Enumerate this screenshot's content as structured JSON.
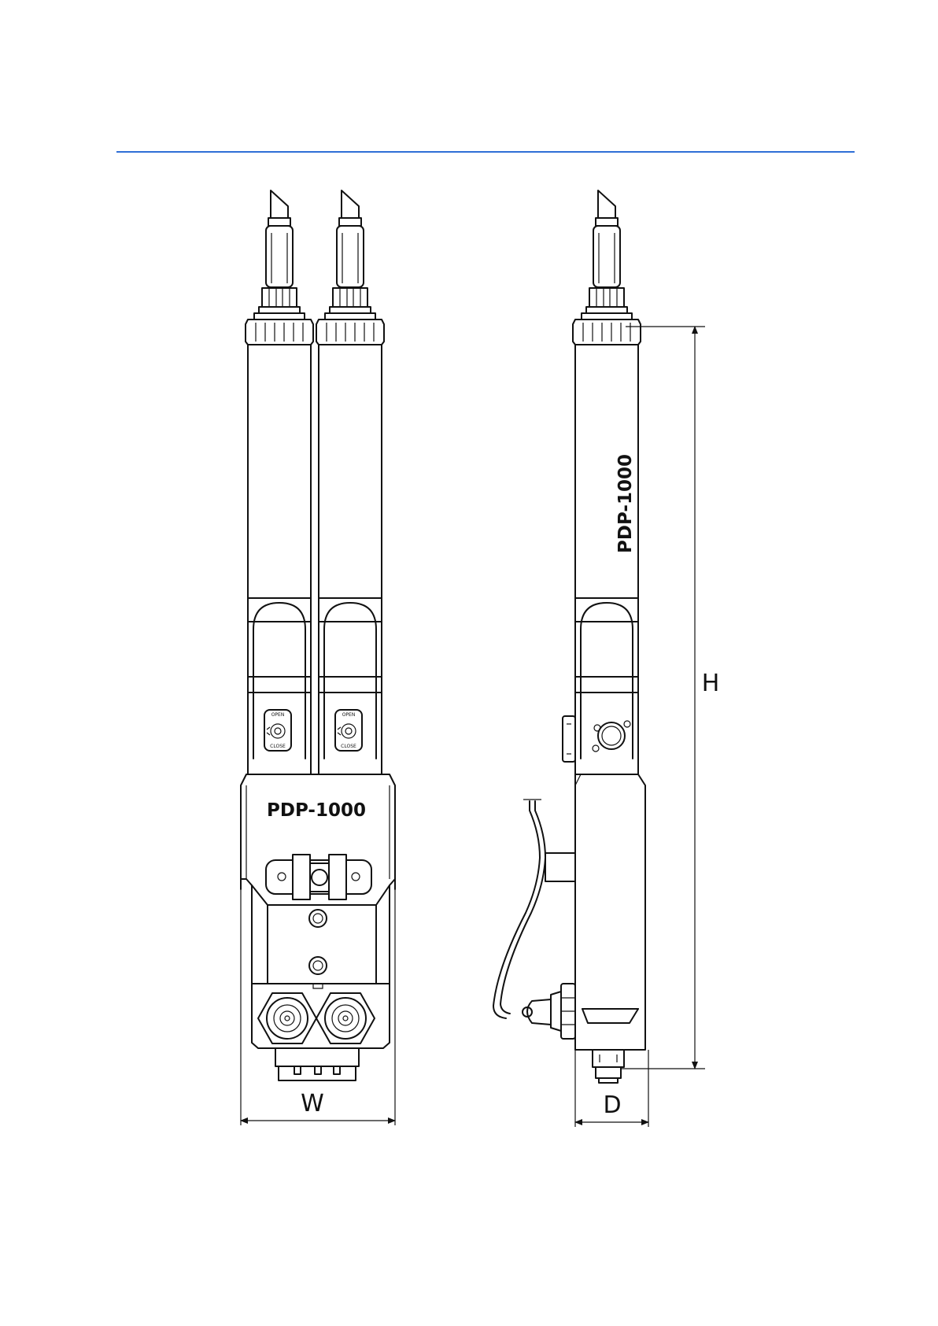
{
  "colors": {
    "header_rule": "#2f6fd6",
    "line": "#111111",
    "background": "#ffffff"
  },
  "front_view": {
    "model_label": "PDP-1000",
    "valve_open_label": "OPEN",
    "valve_close_label": "CLOSE",
    "width_dim_label": "W"
  },
  "side_view": {
    "model_label": "PDP-1000",
    "height_dim_label": "H",
    "depth_dim_label": "D"
  }
}
